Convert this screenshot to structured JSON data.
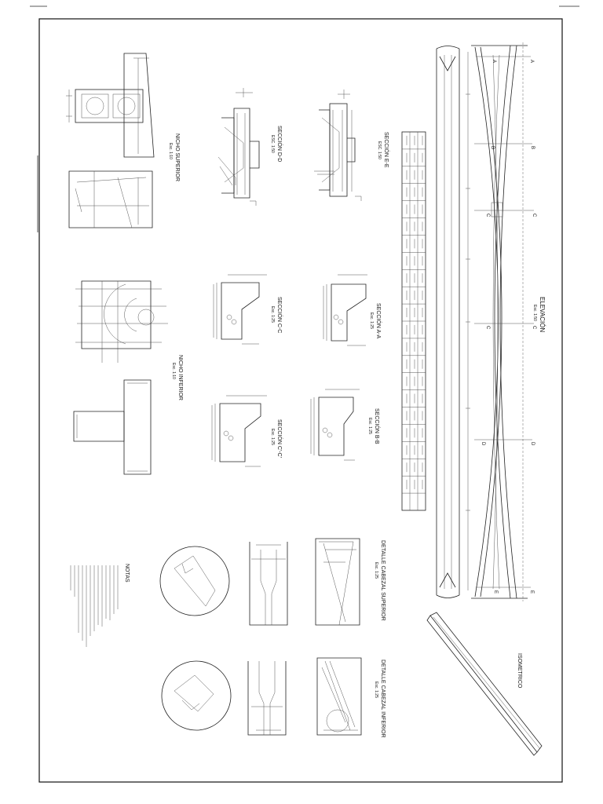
{
  "sheet": {
    "view_titles": {
      "elevacion": "ELEVACIÓN",
      "elevacion_scale": "Esc. 1:50",
      "isometrico": "ISOMETRICO",
      "seccion_ee": "SECCIÓN E-E",
      "seccion_ee_scale": "ESC. 1:50",
      "seccion_dd": "SECCIÓN D-D",
      "seccion_dd_scale": "ESC. 1:50",
      "nicho_superior": "NICHO SUPERIOR",
      "nicho_superior_scale": "Esc. 1:10",
      "nicho_inferior": "NICHO INFERIOR",
      "nicho_inferior_scale": "Esc. 1:10",
      "seccion_aa": "SECCIÓN A-A",
      "seccion_aa_scale": "Esc. 1:25",
      "seccion_cc": "SECCIÓN C-C",
      "seccion_cc_scale": "Esc. 1:25",
      "seccion_bb": "SECCIÓN B-B",
      "seccion_bb_scale": "Esc. 1:25",
      "seccion_cc2": "SECCIÓN C'-C'",
      "seccion_cc2_scale": "Esc. 1:25",
      "detalle_sup": "DETALLE CABEZAL SUPERIOR",
      "detalle_sup_scale": "Esc. 1:25",
      "detalle_inf": "DETALLE CABEZAL INFERIOR",
      "detalle_inf_scale": "Esc. 1:25",
      "notas": "NOTAS"
    },
    "section_marks": [
      "A",
      "A",
      "B",
      "B",
      "C",
      "C",
      "C",
      "C",
      "D",
      "D",
      "E",
      "E"
    ]
  }
}
